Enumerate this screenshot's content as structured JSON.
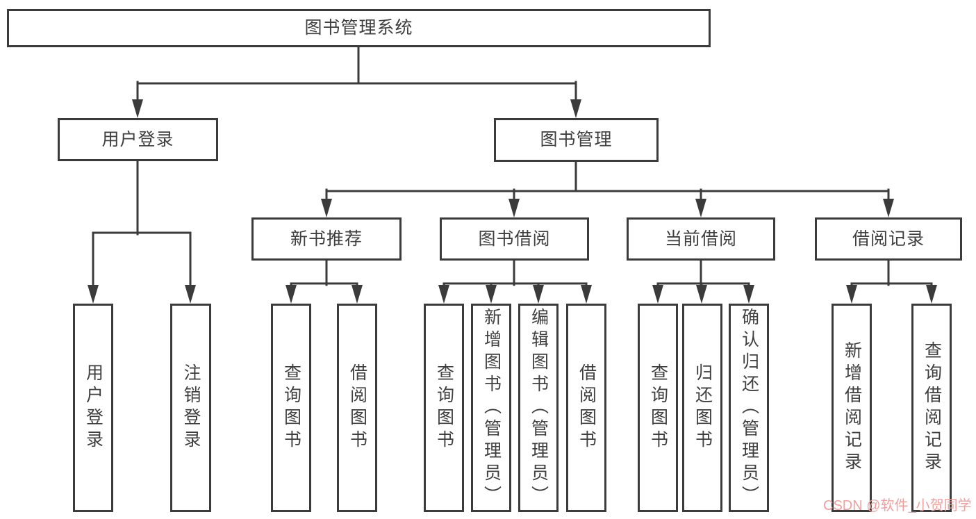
{
  "tree": {
    "label": "图书管理系统",
    "children": [
      {
        "label": "用户登录",
        "children": [
          {
            "label": "用户登录"
          },
          {
            "label": "注销登录"
          }
        ]
      },
      {
        "label": "图书管理",
        "children": [
          {
            "label": "新书推荐",
            "children": [
              {
                "label": "查询图书"
              },
              {
                "label": "借阅图书"
              }
            ]
          },
          {
            "label": "图书借阅",
            "children": [
              {
                "label": "查询图书"
              },
              {
                "label": "新增图书（管理员）"
              },
              {
                "label": "编辑图书（管理员）"
              },
              {
                "label": "借阅图书"
              }
            ]
          },
          {
            "label": "当前借阅",
            "children": [
              {
                "label": "查询图书"
              },
              {
                "label": "归还图书"
              },
              {
                "label": "确认归还（管理员）"
              }
            ]
          },
          {
            "label": "借阅记录",
            "children": [
              {
                "label": "新增借阅记录"
              },
              {
                "label": "查询借阅记录"
              }
            ]
          }
        ]
      }
    ]
  },
  "watermark": {
    "text": "CSDN @软件_小贺同学",
    "color": "#f0a09d"
  },
  "colors": {
    "line": "#3b3b3b",
    "text": "#3f3f3f",
    "background": "#ffffff"
  }
}
